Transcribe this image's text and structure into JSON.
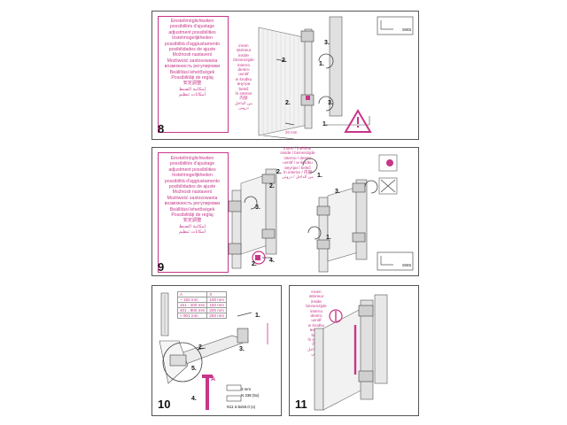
{
  "adjust_lines": [
    "Einstellmöglichkeiten",
    "possibilités d'ajustage",
    "adjustment possibilities",
    "Instelmogelijkheden",
    "possibilità d'aggiustamento",
    "posibilidades de ajuste",
    "Možnosti nastavení",
    "Możliwość zastosowania",
    "возможность регулировки",
    "Beállítási lehetőségek",
    "Possibilități de reglaj",
    "安定調整",
    "إمكانية الضبط",
    "امکانات تنظیم"
  ],
  "inside_lines": [
    "innen",
    "intérieur",
    "inside",
    "binnenzijde",
    "interno",
    "dentro",
    "uvnitř",
    "w środku",
    "внутри",
    "belső",
    "în interior",
    "内部",
    "من الداخل",
    "درونی"
  ],
  "inside_lines_short": [
    "innen / intérieur",
    "inside / binnenzijde",
    "interno / dentro",
    "uvnitř / w środku",
    "внутри / belső",
    "în interior / 内部",
    "من الداخل / درونی"
  ],
  "steps": {
    "s8": "8",
    "s9": "9",
    "s10": "10",
    "s11": "11"
  },
  "codes": {
    "sws_top": "SWS",
    "sws_mid": "SWS"
  },
  "labels": {
    "p8_a": "2.",
    "p8_b": "3.",
    "p8_c": "1.",
    "p8_d": "2.",
    "p8_e": "3.",
    "p8_f": "1.",
    "p9_a": "2.",
    "p9_b": "2.",
    "p9_c": "1.",
    "p9_d": "3.",
    "p9_e": "3.",
    "p9_f": "4.",
    "p9_g": "2.",
    "p9_h": "1.",
    "p10_a": "1.",
    "p10_b": "2.",
    "p10_c": "3.",
    "p10_d": "4.",
    "p10_e": "5.",
    "p10_f": "A"
  },
  "table": {
    "head": [
      "A",
      "X"
    ],
    "rows": [
      [
        "~ 150 mm",
        "100 mm"
      ],
      [
        "151 - 400 mm",
        "150 mm"
      ],
      [
        "401 - 900 mm",
        "200 mm"
      ],
      [
        "> 901 mm",
        "250 mm"
      ]
    ]
  },
  "dims": {
    "d20": "20 mm",
    "p10_3mm": "3 mm",
    "p10_screw1": "N 338 (5x)",
    "p10_screw2": "N11 6.5x50.0 (x)"
  },
  "colors": {
    "accent": "#c8358a",
    "line": "#444444",
    "gray": "#bdbdbd"
  }
}
